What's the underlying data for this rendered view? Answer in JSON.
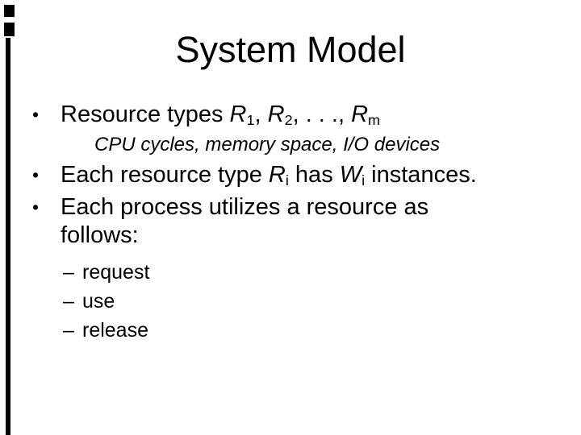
{
  "slide": {
    "title": "System Model",
    "bullet1": {
      "marker": "•",
      "prefix": "Resource types ",
      "var1": "R",
      "sub1": "1",
      "sep1": ", ",
      "var2": "R",
      "sub2": "2",
      "sep2": ", . . ., ",
      "var3": "R",
      "sub3": "m"
    },
    "subnote": "CPU cycles, memory space, I/O devices",
    "bullet2": {
      "marker": "•",
      "prefix": "Each resource type ",
      "var1": "R",
      "sub1": "i",
      "mid": " has ",
      "var2": "W",
      "sub2": "i",
      "suffix": " instances."
    },
    "bullet3": {
      "marker": "•",
      "line1": "Each process utilizes a resource as",
      "line2": "follows:"
    },
    "sub_bullets": [
      {
        "marker": "–",
        "label": "request"
      },
      {
        "marker": "–",
        "label": "use"
      },
      {
        "marker": "–",
        "label": "release"
      }
    ]
  },
  "colors": {
    "background": "#ffffff",
    "text": "#000000",
    "edge_artifact": "#000000"
  }
}
